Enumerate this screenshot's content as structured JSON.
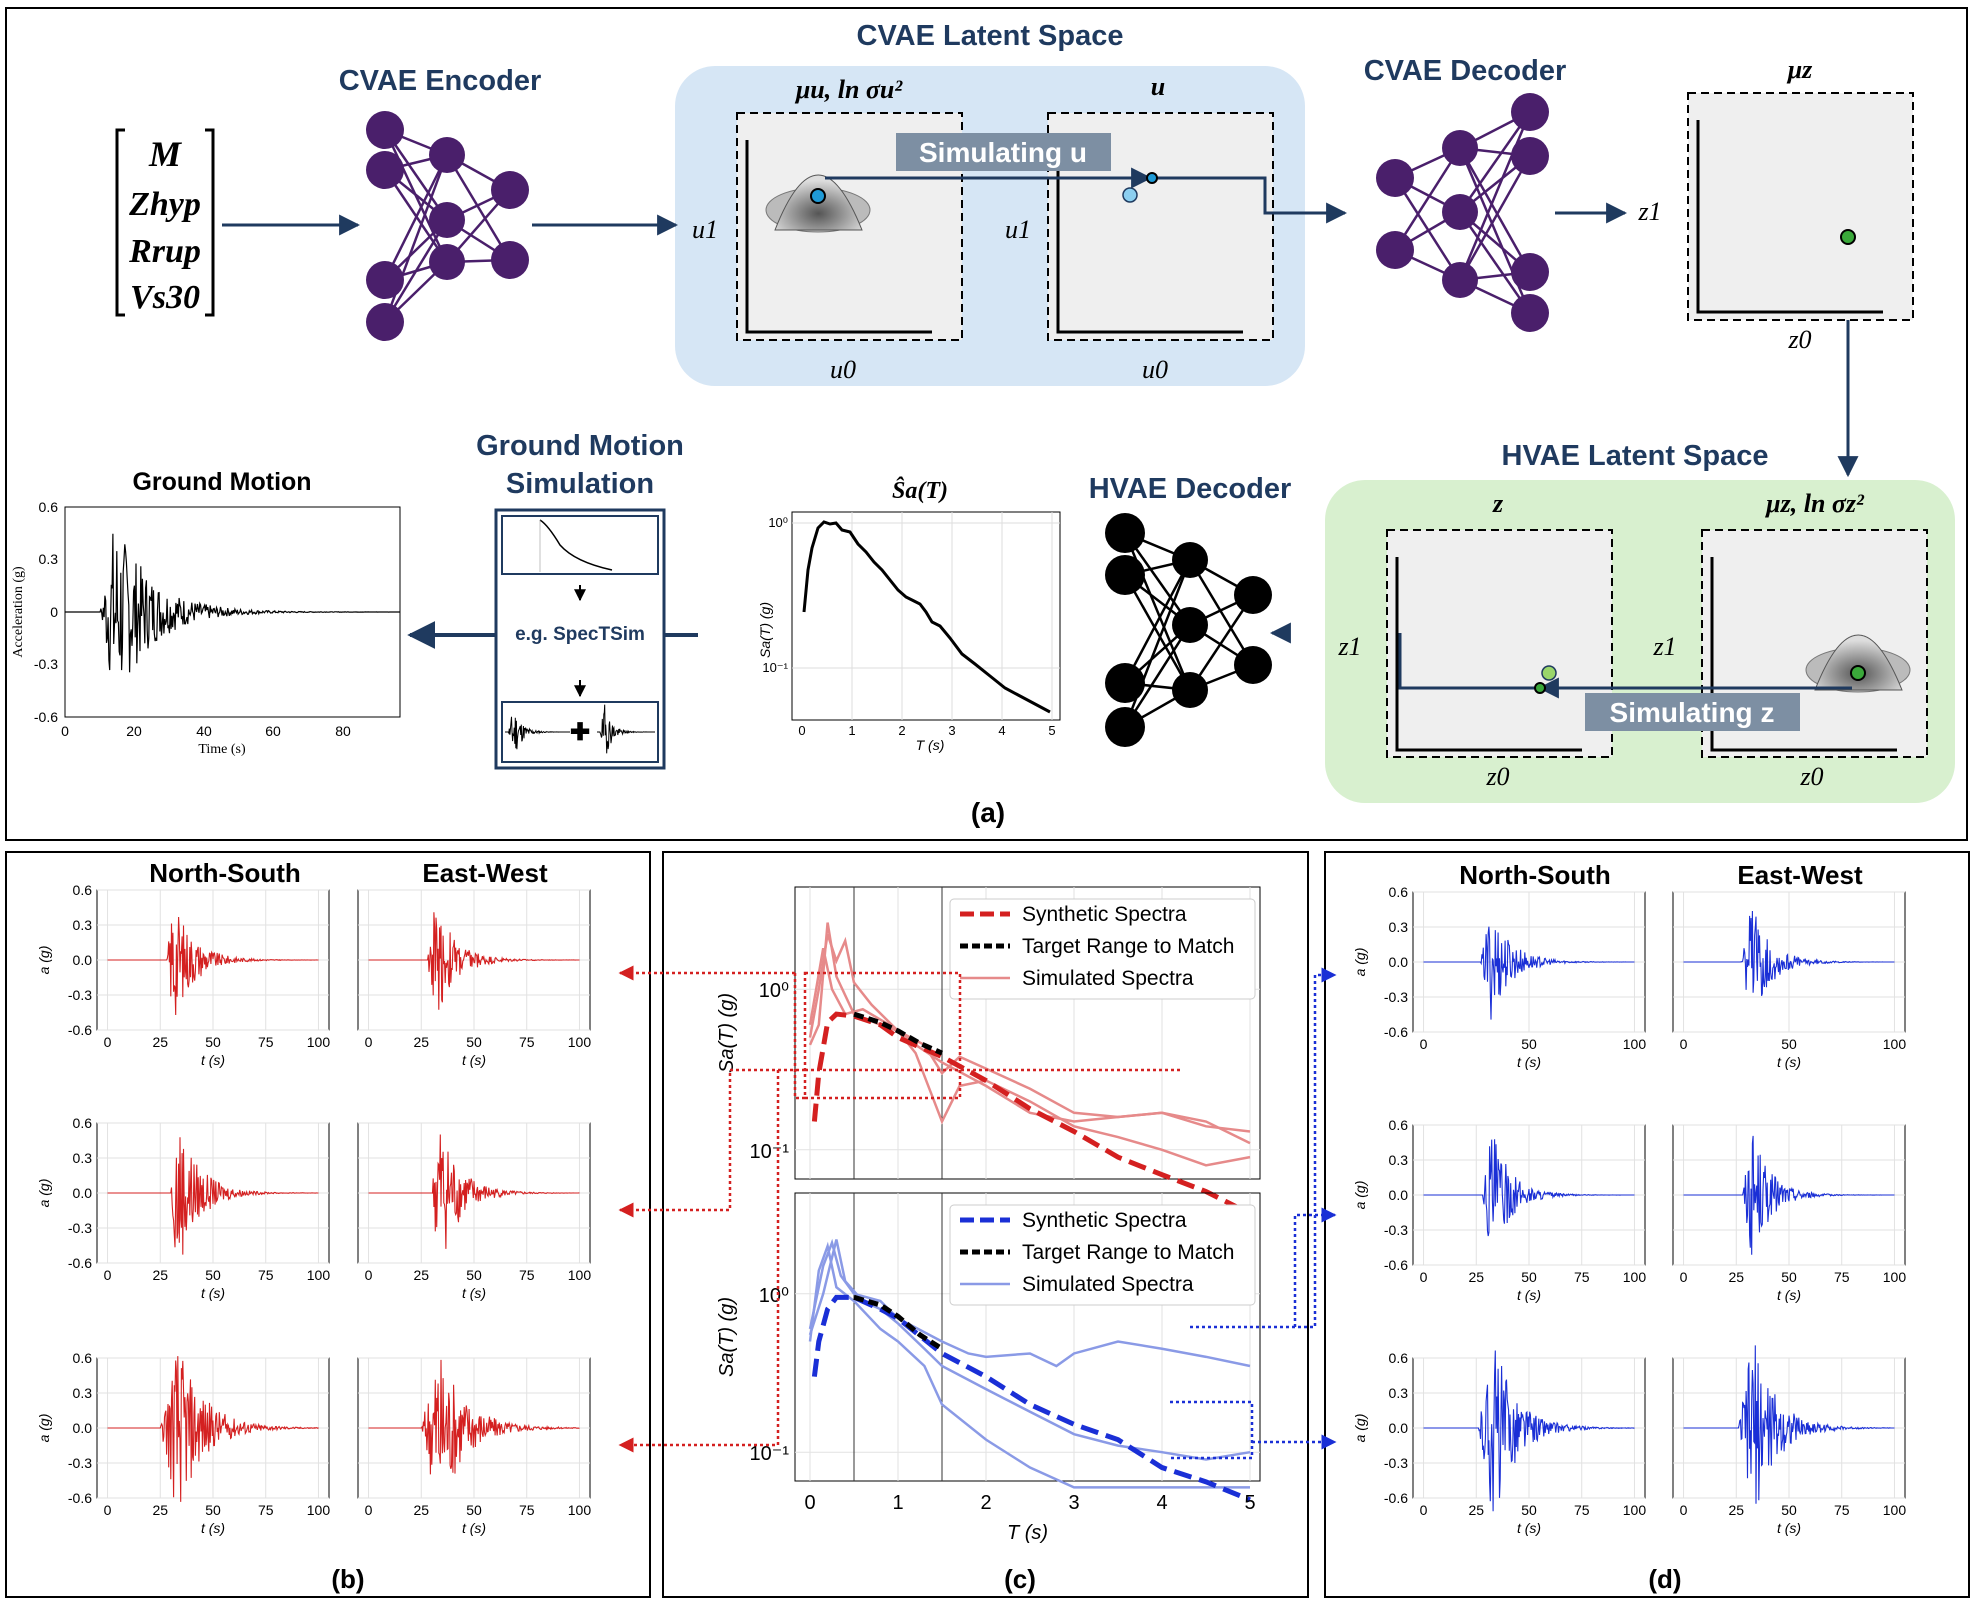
{
  "panel_a": {
    "label": "(a)",
    "encoder_title": "CVAE Encoder",
    "latent_u_title": "CVAE Latent Space",
    "decoder_title": "CVAE Decoder",
    "hvae_latent_title": "HVAE Latent Space",
    "hvae_decoder_title": "HVAE Decoder",
    "gm_sim_title_1": "Ground Motion",
    "gm_sim_title_2": "Simulation",
    "gm_title": "Ground Motion",
    "specsim_label": "e.g. SpecTSim",
    "sim_u_label": "Simulating u",
    "sim_z_label": "Simulating z",
    "input_vector": [
      "M",
      "Zhyp",
      "Rrup",
      "Vs30"
    ],
    "mu_u_title": "μu, ln σu²",
    "u_title": "u",
    "mu_z_title": "μz",
    "z_title": "z",
    "mu_z_ln_title": "μz, ln σz²",
    "u0": "u0",
    "u1": "u1",
    "z0": "z0",
    "z1": "z1",
    "sa_hat_title": "Ŝa(T)",
    "gm_ylabel": "Acceleration (g)",
    "gm_xlabel": "Time (s)",
    "gm_yticks": [
      "0.6",
      "0.3",
      "0",
      "-0.3",
      "-0.6"
    ],
    "gm_xticks": [
      "0",
      "20",
      "40",
      "60",
      "80"
    ],
    "sa_ylabel": "Sa(T) (g)",
    "sa_xlabel": "T (s)",
    "sa_xticks": [
      "0",
      "1",
      "2",
      "3",
      "4",
      "5"
    ],
    "sa_yticks": [
      "10⁰",
      "10⁻¹"
    ]
  },
  "panel_b": {
    "label": "(b)",
    "col1": "North-South",
    "col2": "East-West",
    "ylabel": "a (g)",
    "xlabel": "t (s)",
    "yticks": [
      "0.6",
      "0.3",
      "0.0",
      "-0.3",
      "-0.6"
    ],
    "xticks_rows": [
      [
        "0",
        "25",
        "50",
        "75",
        "100"
      ],
      [
        "0",
        "25",
        "50",
        "75",
        "100"
      ],
      [
        "0",
        "25",
        "50",
        "75",
        "100"
      ]
    ],
    "color": "#d42020"
  },
  "panel_c": {
    "label": "(c)",
    "legend_top": [
      "Synthetic Spectra",
      "Target Range to Match",
      "Simulated Spectra"
    ],
    "legend_bottom": [
      "Synthetic Spectra",
      "Target Range to Match",
      "Simulated Spectra"
    ],
    "ylabel": "Sa(T) (g)",
    "xlabel": "T (s)",
    "xticks": [
      "0",
      "1",
      "2",
      "3",
      "4",
      "5"
    ],
    "yticks": [
      "10⁰",
      "10⁻¹"
    ]
  },
  "panel_d": {
    "label": "(d)",
    "col1": "North-South",
    "col2": "East-West",
    "ylabel": "a (g)",
    "xlabel": "t (s)",
    "yticks": [
      "0.6",
      "0.3",
      "0.0",
      "-0.3",
      "-0.6"
    ],
    "xticks_rows": [
      [
        "0",
        "50",
        "100"
      ],
      [
        "0",
        "25",
        "50",
        "75",
        "100"
      ],
      [
        "0",
        "25",
        "50",
        "75",
        "100"
      ]
    ],
    "color": "#1a2fd6"
  },
  "colors": {
    "navy": "#1f3a5f",
    "purple": "#4a1f6b",
    "blue_bg": "#d6e6f5",
    "green_bg": "#d8f0cf",
    "red": "#d42020",
    "blue": "#1a2fd6"
  }
}
